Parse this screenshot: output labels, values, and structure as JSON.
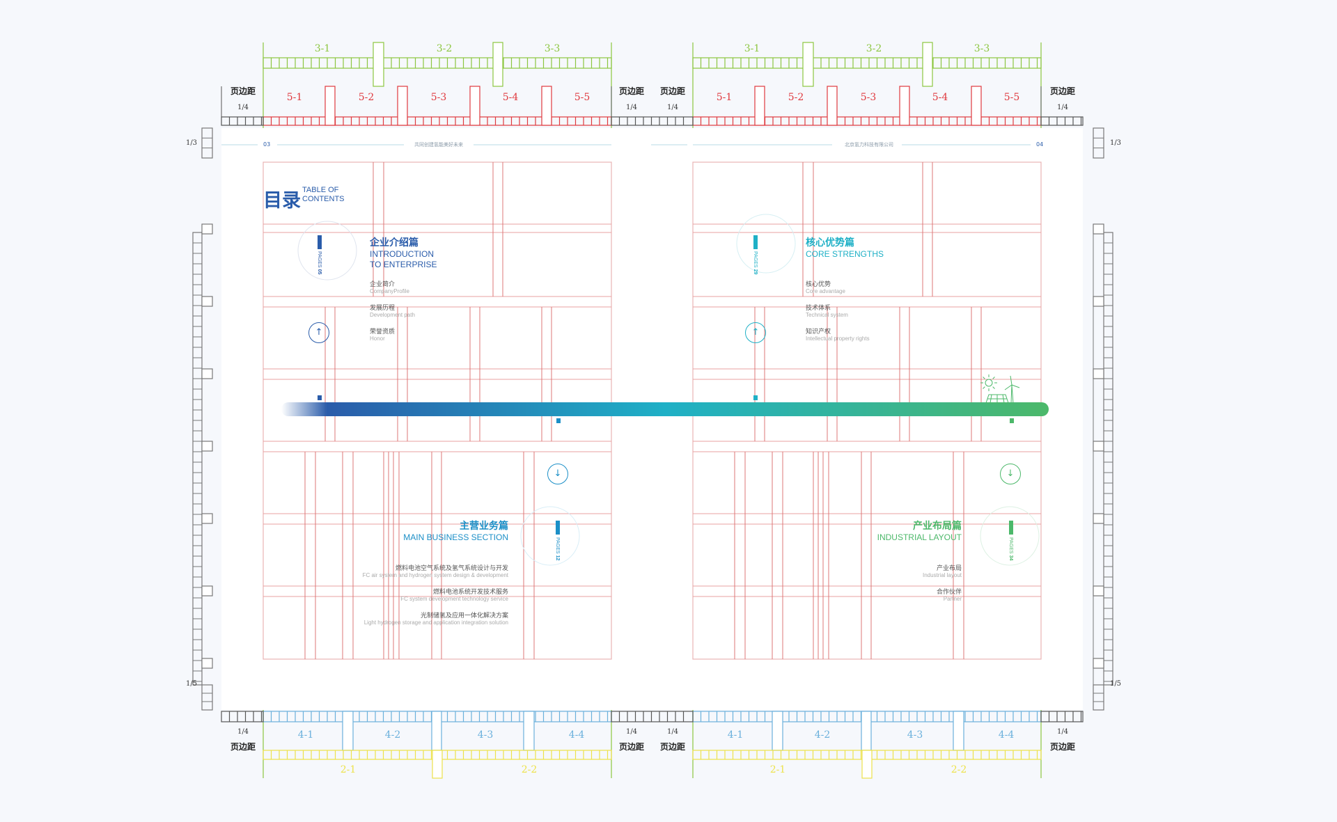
{
  "rulers": {
    "margin_label": "页边距",
    "margin_fraction": "1/4",
    "top_green_labels": [
      "3-1",
      "3-2",
      "3-3"
    ],
    "top_red_labels": [
      "5-1",
      "5-2",
      "5-3",
      "5-4",
      "5-5"
    ],
    "bottom_blue_labels": [
      "4-1",
      "4-2",
      "4-3",
      "4-4"
    ],
    "bottom_yellow_labels": [
      "2-1",
      "2-2"
    ],
    "side_top_fraction": "1/3",
    "side_bottom_fraction": "1/5"
  },
  "colors": {
    "green": "#8cc63f",
    "red": "#e0393e",
    "blue": "#6ab0dc",
    "yellow": "#ede24a",
    "brand_blue": "#2a5caa",
    "cyan": "#1fb0c6",
    "mid_blue": "#1b8fc7",
    "brand_green": "#4cb86a"
  },
  "left_page": {
    "page_number": "03",
    "header_text": "共同创建氢能美好未来",
    "toc_cn": "目录",
    "toc_en_1": "TABLE OF",
    "toc_en_2": "CONTENTS",
    "section1": {
      "title_cn": "企业介绍篇",
      "title_en_1": "INTRODUCTION",
      "title_en_2": "TO ENTERPRISE",
      "pages_label": "PAGES",
      "pages_num": "05",
      "items": [
        {
          "cn": "企业简介",
          "en": "CompanyProfile"
        },
        {
          "cn": "发展历程",
          "en": "Development path"
        },
        {
          "cn": "荣誉资质",
          "en": "Honor"
        }
      ]
    },
    "section3": {
      "title_cn": "主营业务篇",
      "title_en": "MAIN BUSINESS SECTION",
      "pages_label": "PAGES",
      "pages_num": "12",
      "items": [
        {
          "cn": "燃料电池空气系统及氢气系统设计与开发",
          "en": "FC air system and hydrogen system design & development"
        },
        {
          "cn": "燃料电池系统开发技术服务",
          "en": "FC system development technology service"
        },
        {
          "cn": "光制储氢及应用一体化解决方案",
          "en": "Light hydrogen storage and application integration solution"
        }
      ]
    }
  },
  "right_page": {
    "page_number": "04",
    "header_text": "北京氢力科技有限公司",
    "section2": {
      "title_cn": "核心优势篇",
      "title_en": "CORE STRENGTHS",
      "pages_label": "PAGES",
      "pages_num": "29",
      "items": [
        {
          "cn": "核心优势",
          "en": "Core advantage"
        },
        {
          "cn": "技术体系",
          "en": "Technical system"
        },
        {
          "cn": "知识产权",
          "en": "Intellectual property rights"
        }
      ]
    },
    "section4": {
      "title_cn": "产业布局篇",
      "title_en": "INDUSTRIAL LAYOUT",
      "pages_label": "PAGES",
      "pages_num": "34",
      "items": [
        {
          "cn": "产业布局",
          "en": "Industrial layout"
        },
        {
          "cn": "合作伙伴",
          "en": "Partner"
        }
      ]
    }
  }
}
